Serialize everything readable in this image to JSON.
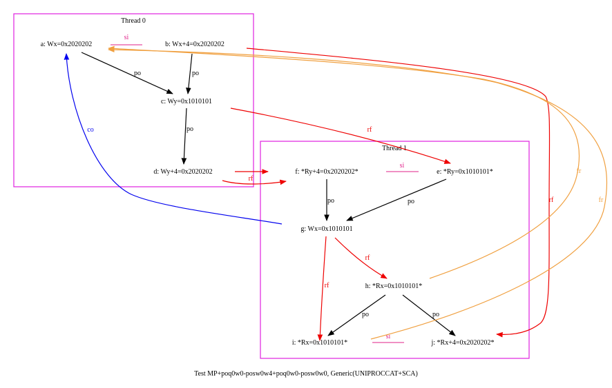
{
  "caption": "Test MP+poq0w0-posw0w4+poq0w0-posw0w0, Generic(UNIPROCCAT+SCA)",
  "colors": {
    "cluster": "#e020e0",
    "po": "#000000",
    "rf": "#ee0000",
    "fr": "#f0a040",
    "co": "#0000ee",
    "si": "#e0208a"
  },
  "clusters": [
    {
      "id": "thread0",
      "label": "Thread 0"
    },
    {
      "id": "thread1",
      "label": "Thread 1"
    }
  ],
  "nodes": {
    "a": "a: Wx=0x2020202",
    "b": "b: Wx+4=0x2020202",
    "c": "c: Wy=0x1010101",
    "d": "d: Wy+4=0x2020202",
    "f": "f: *Ry+4=0x2020202*",
    "e": "e: *Ry=0x1010101*",
    "g": "g: Wx=0x1010101",
    "h": "h: *Rx=0x1010101*",
    "i": "i: *Rx=0x1010101*",
    "j": "j: *Rx+4=0x2020202*"
  },
  "edge_labels": {
    "si": "si",
    "po": "po",
    "rf": "rf",
    "fr": "fr",
    "co": "co"
  }
}
